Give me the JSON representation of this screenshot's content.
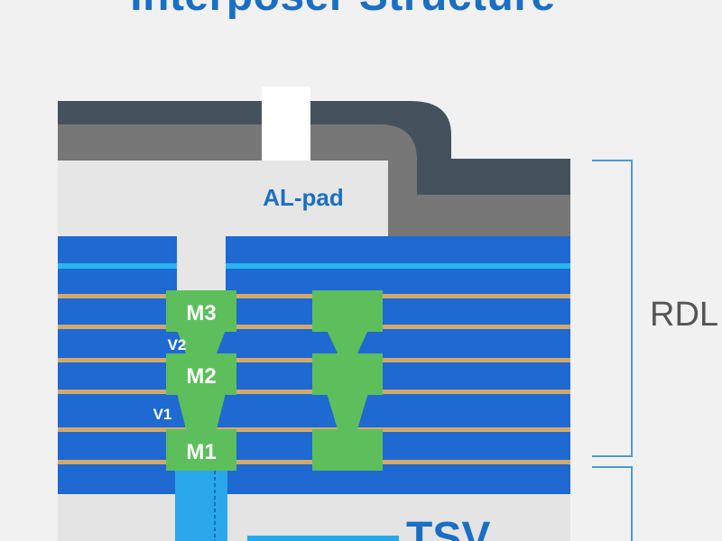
{
  "title": "Interposer Structure",
  "labels": {
    "al_pad": "AL-pad",
    "m3": "M3",
    "m2": "M2",
    "m1": "M1",
    "v2": "V2",
    "v1": "V1",
    "rdl": "RDL",
    "tsv": "TSV"
  },
  "colors": {
    "title": "#1a6fc4",
    "passivation_dark": "#45525e",
    "passivation_mid": "#777777",
    "al_pad_fill": "#e6e6e6",
    "dielectric": "#1e69d2",
    "etch_stop": "#28b6ef",
    "separator_line": "#d4a86a",
    "metal": "#5cbf5c",
    "tsv_fill": "#2aa6ea",
    "bracket": "#4a9ad8"
  }
}
